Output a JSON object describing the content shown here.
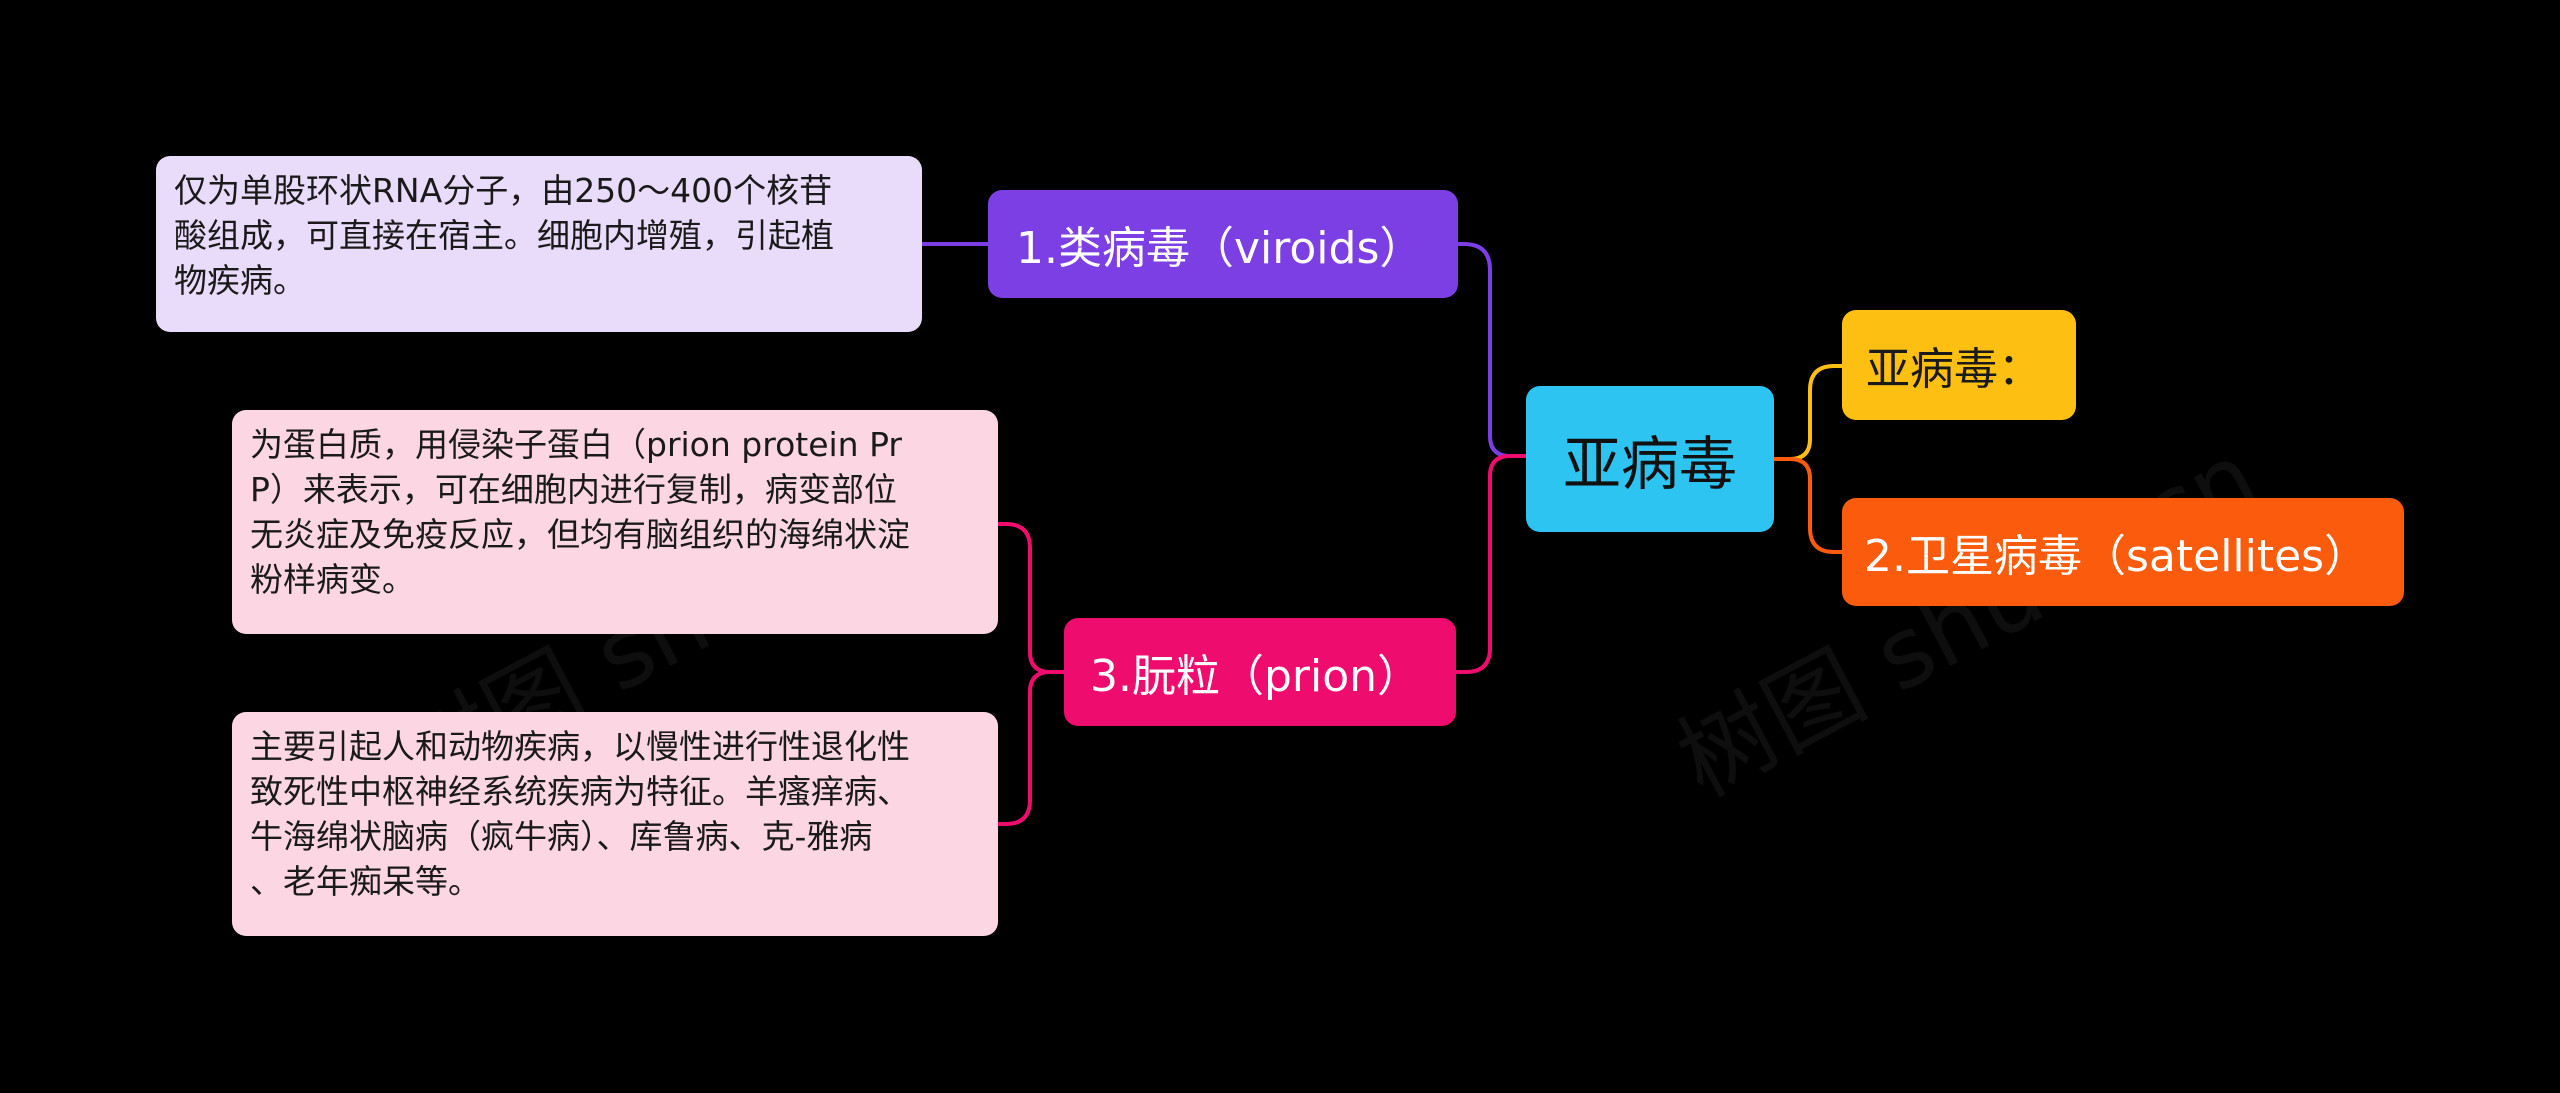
{
  "root": {
    "label": "亚病毒",
    "color": "#2ec4f1"
  },
  "branches": {
    "viroids": {
      "label": "1.类病毒（viroids）",
      "color": "#7b3fe4",
      "note": "仅为单股环状RNA分子，由250～400个核苷\n酸组成，可直接在宿主。细胞内增殖，引起植\n物疾病。",
      "note_bg": "#e9dcfb"
    },
    "prion": {
      "label": "3.朊粒（prion）",
      "color": "#ee0d6e",
      "note1": "为蛋白质，用侵染子蛋白（prion protein Pr\nP）来表示，可在细胞内进行复制，病变部位\n无炎症及免疫反应，但均有脑组织的海绵状淀\n粉样病变。",
      "note2": "主要引起人和动物疾病，以慢性进行性退化性\n致死性中枢神经系统疾病为特征。羊瘙痒病、\n牛海绵状脑病（疯牛病）、库鲁病、克-雅病\n、老年痴呆等。",
      "note_bg": "#fdd6e4"
    },
    "subvirus": {
      "label": "亚病毒：",
      "color": "#fdbf12"
    },
    "satellites": {
      "label": "2.卫星病毒（satellites）",
      "color": "#fb5b0c"
    }
  },
  "watermark": "树图 shutu.cn"
}
